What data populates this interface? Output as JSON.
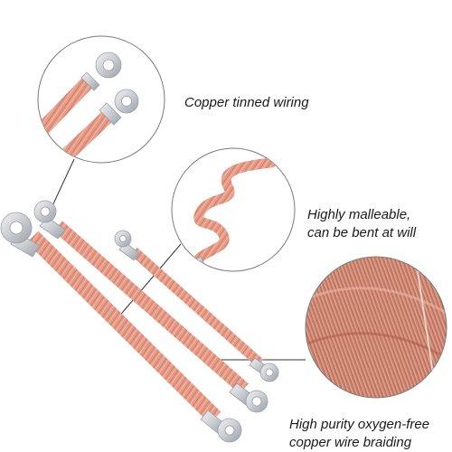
{
  "captions": {
    "tinned": "Copper tinned wiring",
    "malleable_1": "Highly malleable,",
    "malleable_2": "can be bent at will",
    "purity_1": "High purity oxygen-free",
    "purity_2": "copper wire braiding"
  },
  "colors": {
    "copper": "#e69a85",
    "copper_dark": "#c8755f",
    "copper_light": "#f4c2b2",
    "tin": "#d6d8dc",
    "tin_dark": "#9aa0a8",
    "circle_outline": "#7a7a7a",
    "leader_line": "#333333"
  }
}
